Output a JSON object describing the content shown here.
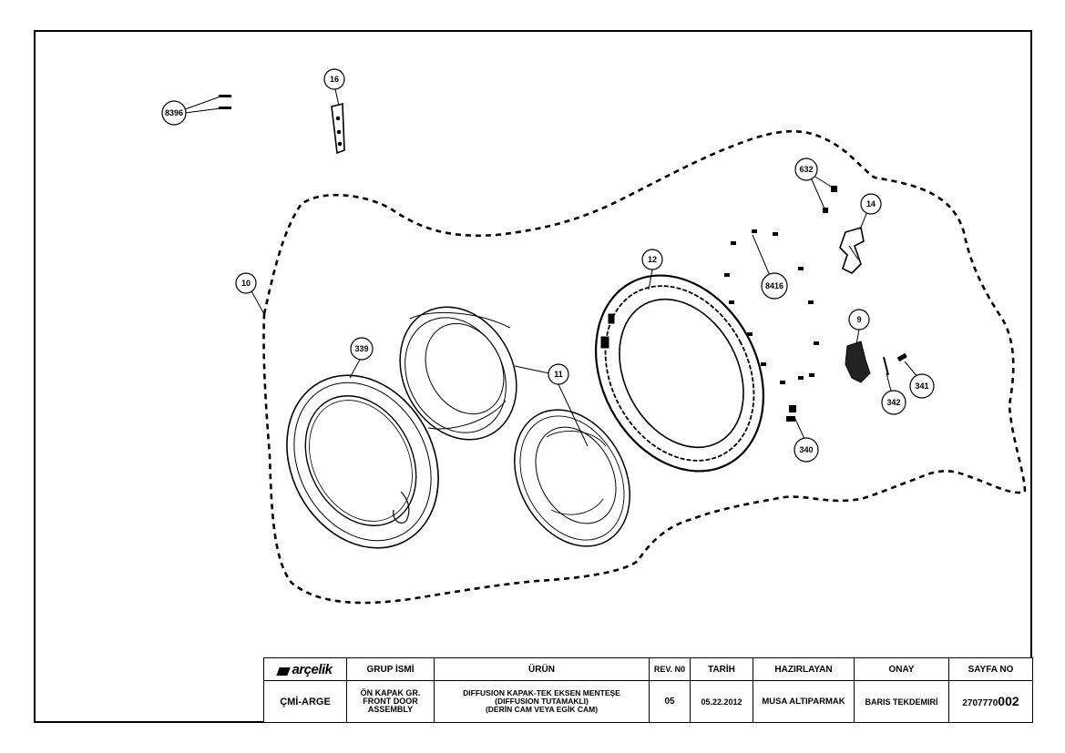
{
  "callouts": [
    {
      "id": "c-8396",
      "label": "8396"
    },
    {
      "id": "c-16",
      "label": "16"
    },
    {
      "id": "c-632",
      "label": "632"
    },
    {
      "id": "c-14",
      "label": "14"
    },
    {
      "id": "c-10",
      "label": "10"
    },
    {
      "id": "c-12",
      "label": "12"
    },
    {
      "id": "c-8416",
      "label": "8416"
    },
    {
      "id": "c-9",
      "label": "9"
    },
    {
      "id": "c-339",
      "label": "339"
    },
    {
      "id": "c-11",
      "label": "11"
    },
    {
      "id": "c-341",
      "label": "341"
    },
    {
      "id": "c-342",
      "label": "342"
    },
    {
      "id": "c-340",
      "label": "340"
    }
  ],
  "title_block": {
    "logo": "arçelik",
    "headers": {
      "group": "GRUP İSMİ",
      "product": "ÜRÜN",
      "rev": "REV. N0",
      "date": "TARİH",
      "prepared": "HAZIRLAYAN",
      "approval": "ONAY",
      "sheet": "SAYFA NO"
    },
    "values": {
      "department": "ÇMİ-ARGE",
      "group_line1": "ÖN KAPAK GR.",
      "group_line2": "FRONT DOOR",
      "group_line3": "ASSEMBLY",
      "product_line1": "DIFFUSION KAPAK-TEK EKSEN MENTEŞE",
      "product_line2": "(DIFFUSION TUTAMAKLI)",
      "product_line3": "(DERİN CAM VEYA EGİK CAM)",
      "rev": "05",
      "date": "05.22.2012",
      "prepared": "MUSA ALTIPARMAK",
      "approval": "BARIS TEKDEMIRİ",
      "sheet_prefix": "2707770",
      "sheet_number": "002"
    }
  }
}
